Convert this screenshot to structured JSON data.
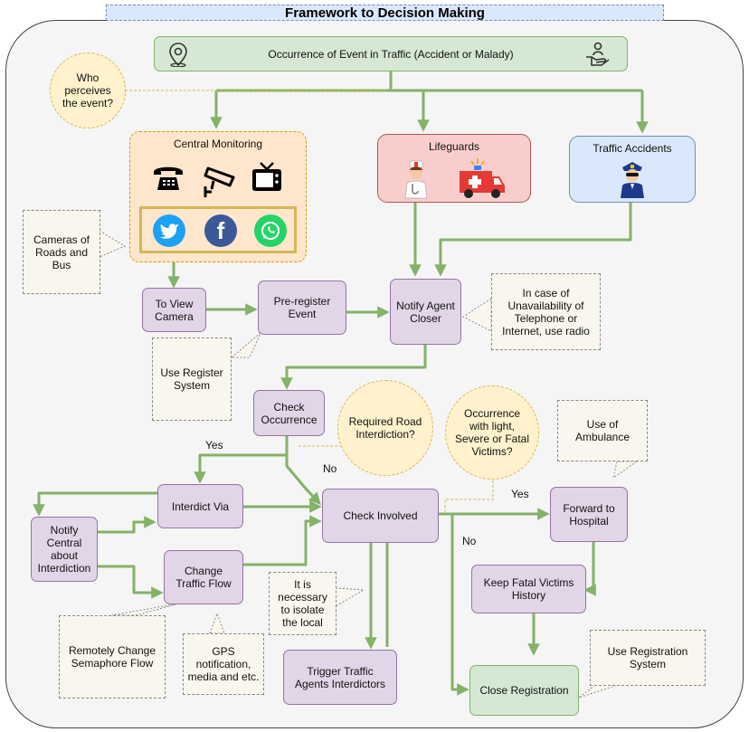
{
  "title": "Framework to Decision Making",
  "event": {
    "label": "Occurrence of Event in Traffic (Accident or Malady)",
    "left_icon": "map-pin-icon",
    "right_icon": "person-hand-icon"
  },
  "who": "Who perceives the event?",
  "groups": {
    "central": {
      "title": "Central Monitoring",
      "icons": [
        "telephone-icon",
        "cctv-camera-icon",
        "television-icon",
        "twitter-icon",
        "facebook-icon",
        "whatsapp-icon"
      ],
      "color": "#ffe6cc"
    },
    "lifeguards": {
      "title": "Lifeguards",
      "icons": [
        "nurse-icon",
        "ambulance-icon"
      ],
      "color": "#f8cecc"
    },
    "traffic": {
      "title": "Traffic Accidents",
      "icons": [
        "police-officer-icon"
      ],
      "color": "#dae8fc"
    }
  },
  "nodes": {
    "view_camera": "To View Camera",
    "pre_register": "Pre-register Event",
    "notify_agent": "Notify Agent Closer",
    "check_occurrence": "Check Occurrence",
    "interdict_via": "Interdict Via",
    "check_involved": "Check Involved",
    "forward_hospital": "Forward to Hospital",
    "notify_central": "Notify Central about Interdiction",
    "change_flow": "Change Traffic Flow",
    "keep_fatal": "Keep Fatal Victims History",
    "trigger_agents": "Trigger Traffic Agents Interdictors",
    "close_registration": "Close Registration"
  },
  "decisions": {
    "road_interdiction": "Required Road Interdiction?",
    "severity": "Occurrence with light, Severe or Fatal Victims?"
  },
  "notes": {
    "cameras": "Cameras of Roads and Bus",
    "radio": "In case of Unavailability of Telephone or Internet, use radio",
    "register_system": "Use Register System",
    "ambulance": "Use of Ambulance",
    "isolate": "It is necessary to isolate the local",
    "semaphore": "Remotely Change Semaphore Flow",
    "gps": "GPS notification, media and etc.",
    "registration_system": "Use Registration System"
  },
  "edge_labels": {
    "yes_1": "Yes",
    "no_1": "No",
    "yes_2": "Yes",
    "no_2": "No"
  },
  "colors": {
    "arrow": "#82b366",
    "process": "#e1d5e7",
    "terminal": "#d5e8d4",
    "decision": "#fff2cc",
    "note": "#f9f7ed",
    "title": "#dae8fc"
  },
  "social_glyphs": {
    "facebook": "f"
  }
}
